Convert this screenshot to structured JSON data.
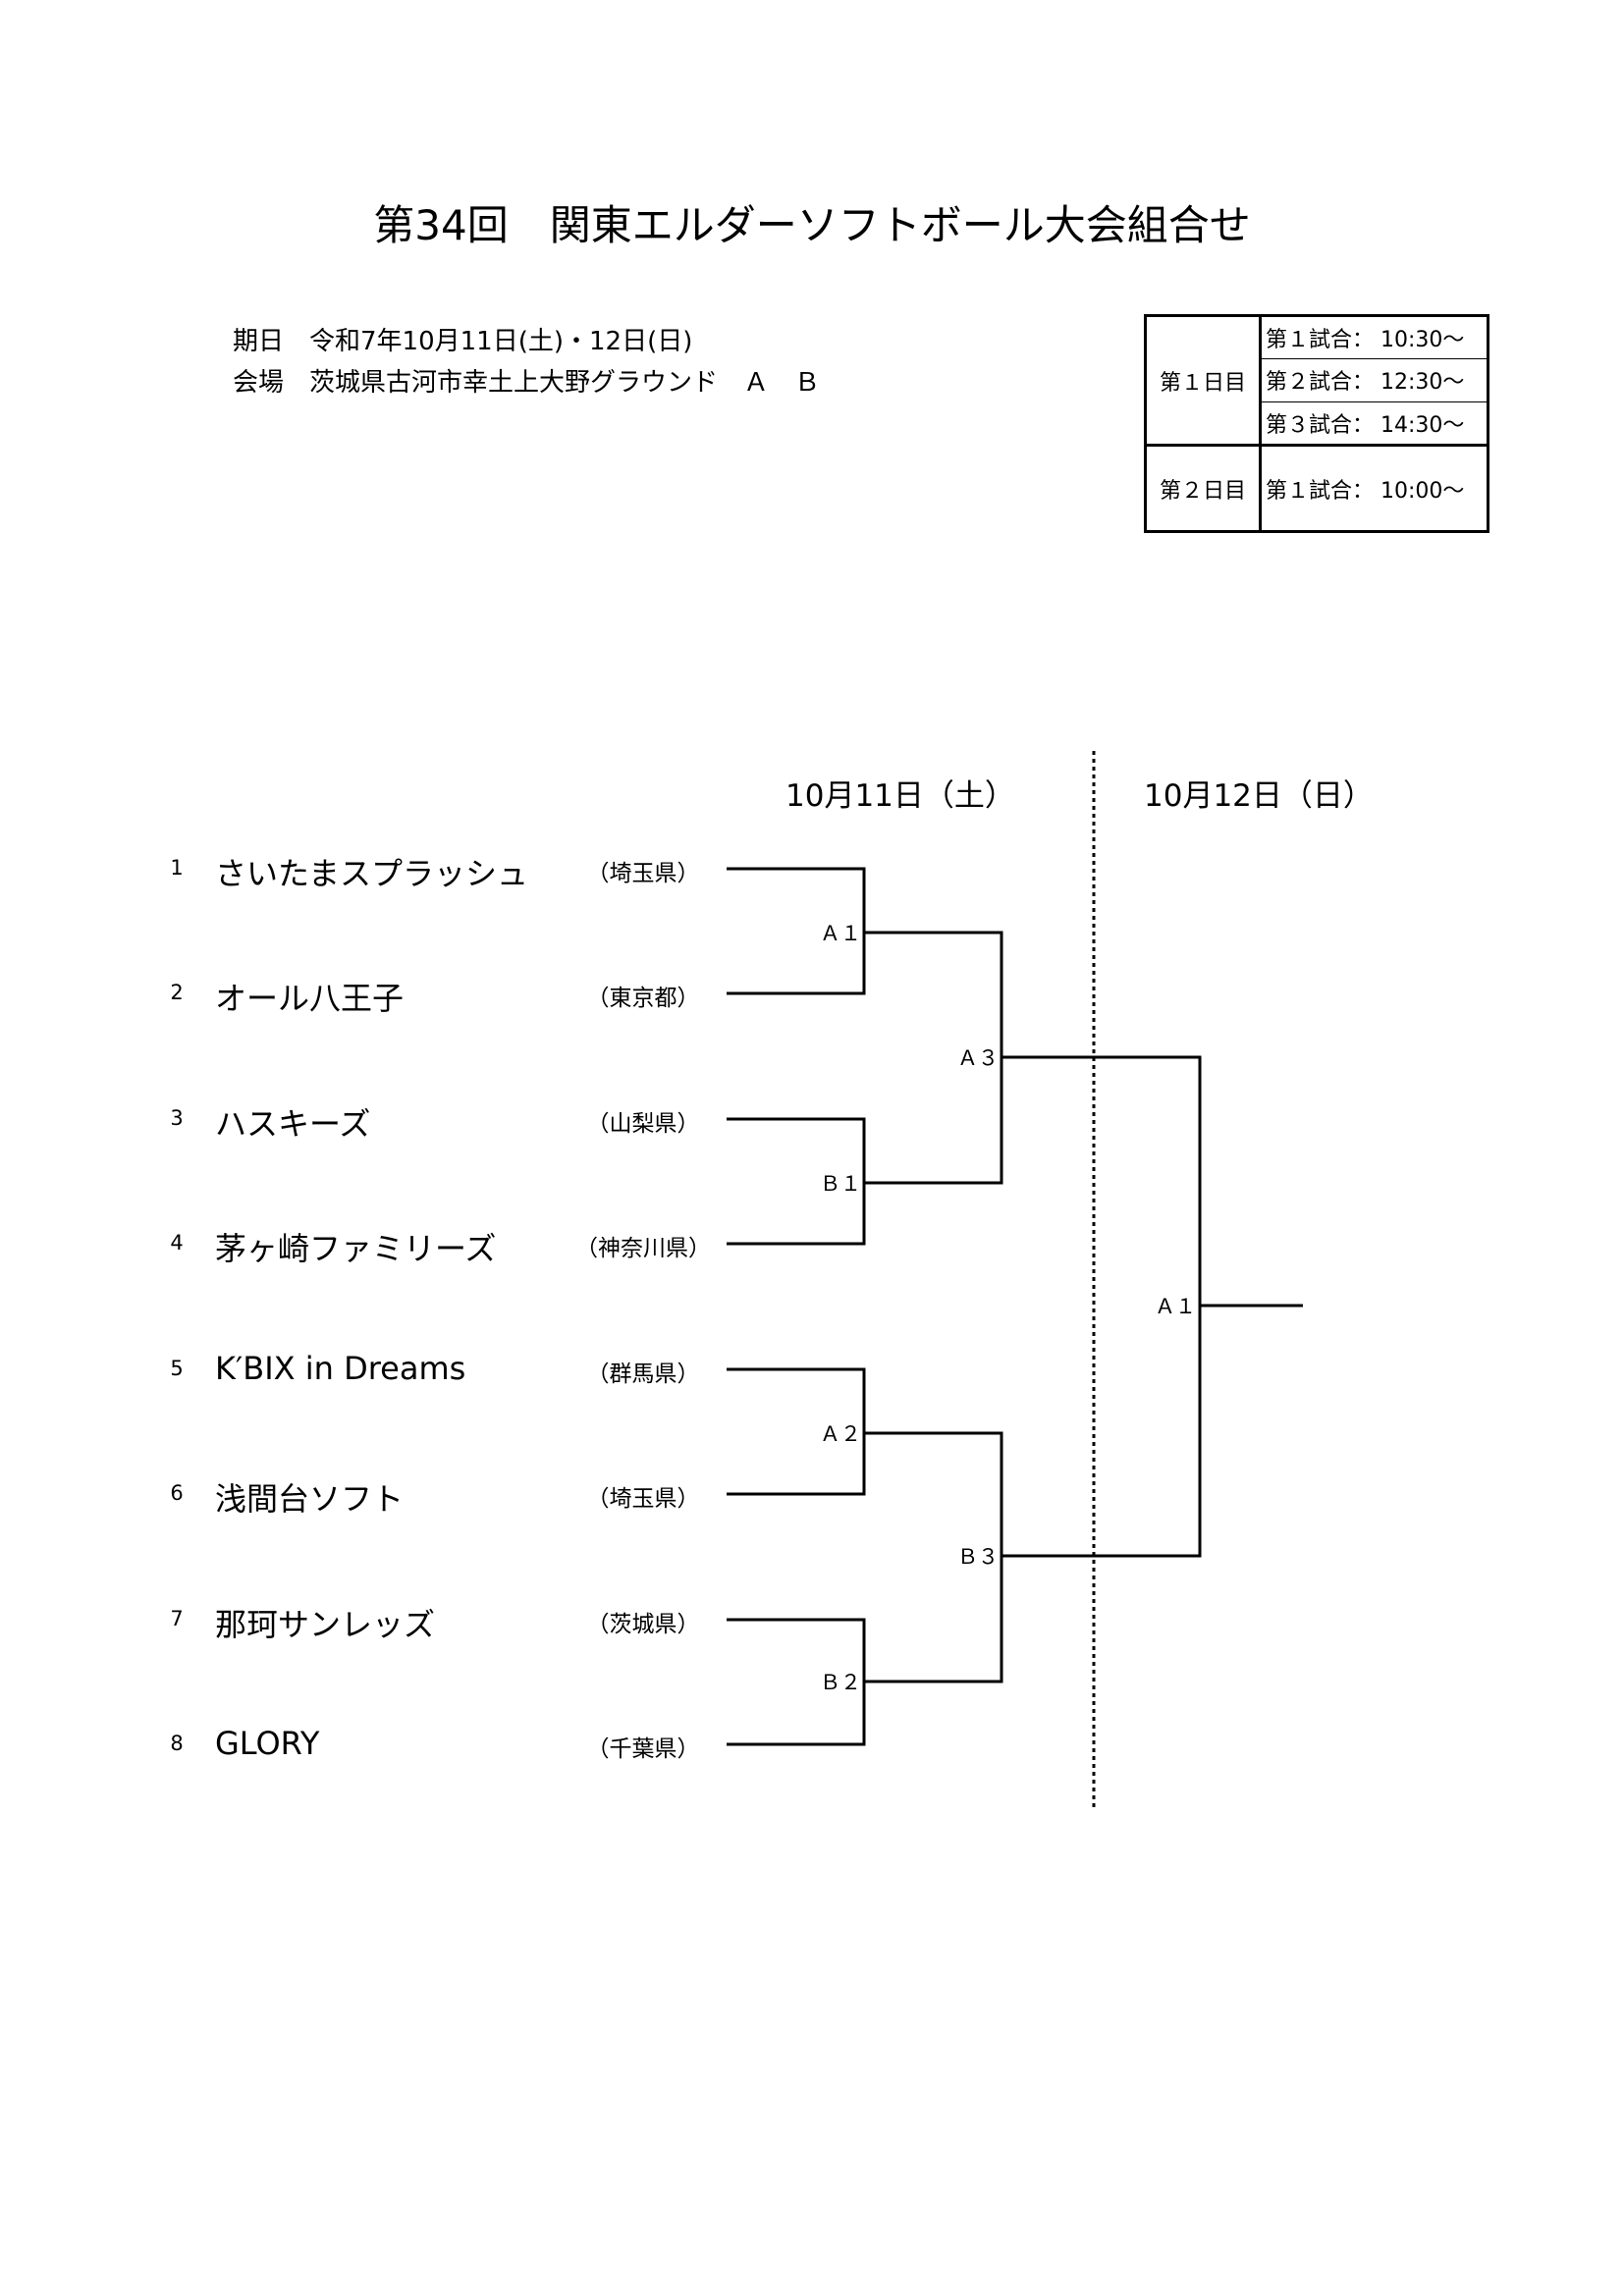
{
  "title": "第34回　関東エルダーソフトボール大会組合せ",
  "info": {
    "date_line": "期日　令和7年10月11日(土)・12日(日)",
    "venue_line": "会場　茨城県古河市幸土上大野グラウンド　Ａ　Ｂ"
  },
  "schedule": {
    "day1": "第１日目",
    "day2": "第２日目",
    "day1_games": [
      "第１試合：  10:30～",
      "第２試合：  12:30～",
      "第３試合：  14:30～"
    ],
    "day2_games": [
      "第１試合：  10:00～"
    ]
  },
  "bracket": {
    "date1": "10月11日（土）",
    "date2": "10月12日（日）",
    "teams": [
      {
        "num": "1",
        "name": "さいたまスプラッシュ",
        "pref": "（埼玉県）"
      },
      {
        "num": "2",
        "name": "オール八王子",
        "pref": "（東京都）"
      },
      {
        "num": "3",
        "name": "ハスキーズ",
        "pref": "（山梨県）"
      },
      {
        "num": "4",
        "name": "茅ヶ崎ファミリーズ",
        "pref": "（神奈川県）"
      },
      {
        "num": "5",
        "name": "K′BIX in Dreams",
        "pref": "（群馬県）"
      },
      {
        "num": "6",
        "name": "浅間台ソフト",
        "pref": "（埼玉県）"
      },
      {
        "num": "7",
        "name": "那珂サンレッズ",
        "pref": "（茨城県）"
      },
      {
        "num": "8",
        "name": "GLORY",
        "pref": "（千葉県）"
      }
    ],
    "round1": [
      "Ａ１",
      "Ｂ１",
      "Ａ２",
      "Ｂ２"
    ],
    "round2": [
      "Ａ３",
      "Ｂ３"
    ],
    "final": "Ａ１"
  }
}
